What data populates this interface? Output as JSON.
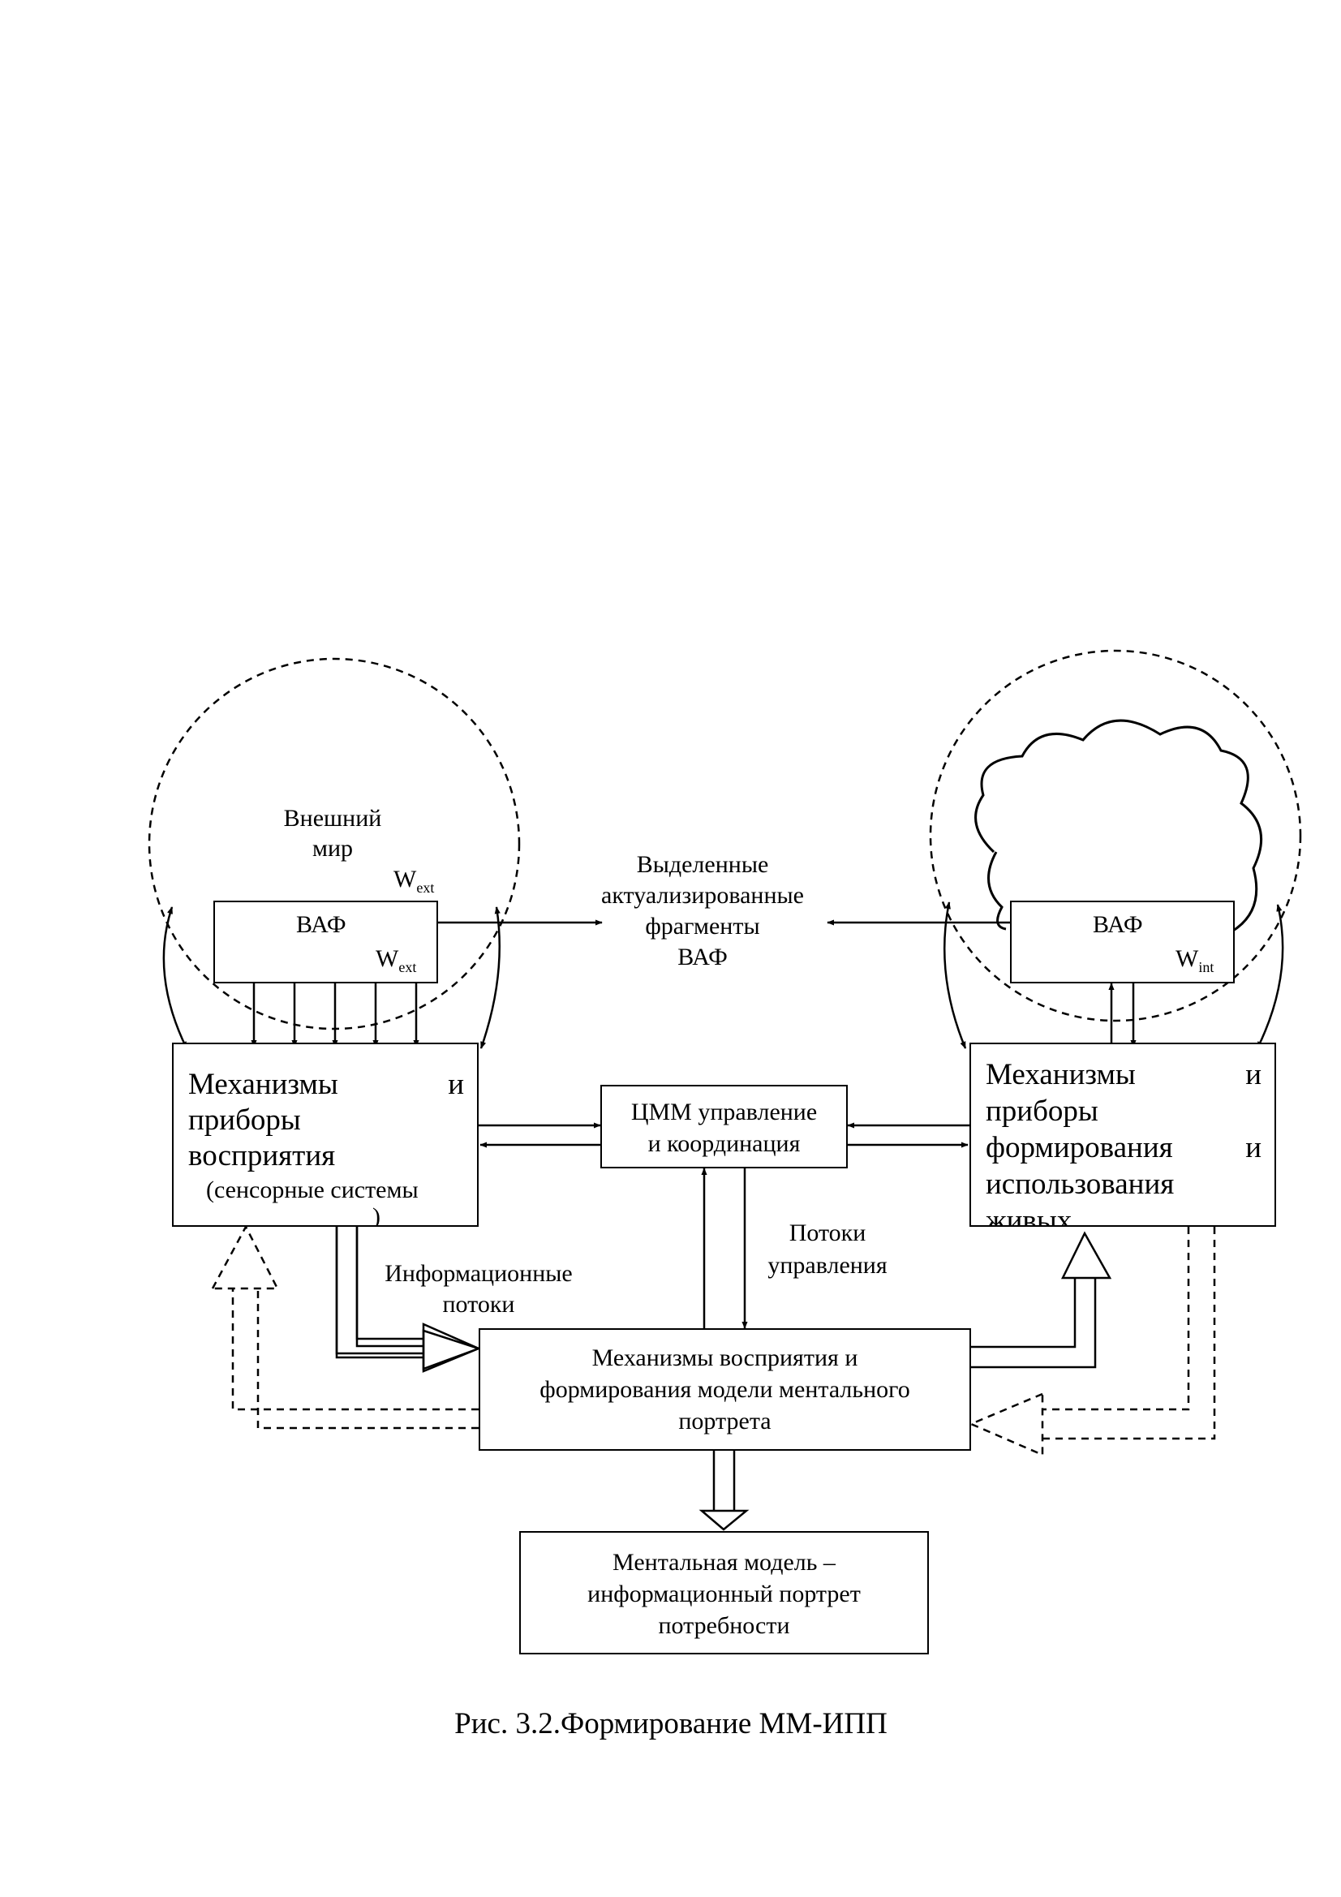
{
  "external_world": {
    "title_line1": "Внешний",
    "title_line2": "мир",
    "w_symbol": "W",
    "w_sub": "ext"
  },
  "vaf_left": {
    "label": "ВАФ",
    "w_symbol": "W",
    "w_sub": "ext"
  },
  "vaf_right": {
    "label": "ВАФ",
    "w_symbol": "W",
    "w_sub": "int"
  },
  "selected_fragments": {
    "line1": "Выделенные",
    "line2": "актуализированные",
    "line3": "фрагменты",
    "line4": "ВАФ"
  },
  "perception_box": {
    "line1_left": "Механизмы",
    "line1_right": "и",
    "line2": "приборы",
    "line3": "восприятия",
    "line4": "(сенсорные системы",
    "line5": ")"
  },
  "formation_box": {
    "line1_left": "Механизмы",
    "line1_right": "и",
    "line2": "приборы",
    "line3_left": "формирования",
    "line3_right": "и",
    "line4": "использования",
    "line5": "живых"
  },
  "cmm_box": {
    "line1": "ЦММ управление",
    "line2": "и координация"
  },
  "control_flows": {
    "line1": "Потоки",
    "line2": "управления"
  },
  "info_flows": {
    "line1": "Информационные",
    "line2": "потоки"
  },
  "mental_portrait_box": {
    "line1": "Механизмы восприятия и",
    "line2": "формирования модели ментального",
    "line3": "портрета"
  },
  "mental_model_box": {
    "line1": "Ментальная модель –",
    "line2": "информационный портрет",
    "line3": "потребности"
  },
  "caption": "Рис. 3.2.Формирование ММ-ИПП"
}
